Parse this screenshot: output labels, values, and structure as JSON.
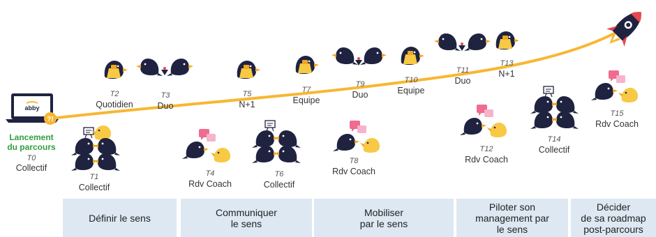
{
  "header_line": "",
  "launch": {
    "title_1": "Lancement",
    "title_2": "du parcours",
    "code": "T0",
    "kind": "Collectif",
    "badge": "?!",
    "logo": "abby"
  },
  "steps": [
    {
      "code": "T1",
      "kind": "Collectif"
    },
    {
      "code": "T2",
      "kind": "Quotidien"
    },
    {
      "code": "T3",
      "kind": "Duo"
    },
    {
      "code": "T4",
      "kind": "Rdv Coach"
    },
    {
      "code": "T5",
      "kind": "N+1"
    },
    {
      "code": "T6",
      "kind": "Collectif"
    },
    {
      "code": "T7",
      "kind": "Equipe"
    },
    {
      "code": "T8",
      "kind": "Rdv Coach"
    },
    {
      "code": "T9",
      "kind": "Duo"
    },
    {
      "code": "T10",
      "kind": "Equipe"
    },
    {
      "code": "T11",
      "kind": "Duo"
    },
    {
      "code": "T12",
      "kind": "Rdv Coach"
    },
    {
      "code": "T13",
      "kind": "N+1"
    },
    {
      "code": "T14",
      "kind": "Collectif"
    },
    {
      "code": "T15",
      "kind": "Rdv Coach"
    }
  ],
  "phases": [
    {
      "line1": "Définir le sens",
      "line2": "",
      "line3": ""
    },
    {
      "line1": "Communiquer",
      "line2": "le sens",
      "line3": ""
    },
    {
      "line1": "Mobiliser",
      "line2": "par le sens",
      "line3": ""
    },
    {
      "line1": "Piloter son",
      "line2": "management par",
      "line3": "le sens"
    },
    {
      "line1": "Décider",
      "line2": "de sa roadmap",
      "line3": "post-parcours"
    }
  ],
  "icons": [
    "laptop-icon",
    "rocket-icon",
    "bird-icon",
    "flashlight-bird-icon",
    "speech-bubbles-icon",
    "presentation-board-icon",
    "whistle-icon"
  ],
  "colors": {
    "path": "#f7b733",
    "bird": "#1f2340",
    "yellow_bird": "#f7c944",
    "chick_beak": "#f1a622",
    "bubble_pink": "#f06b8f",
    "bubble_light": "#f6b3cd",
    "phase_bg": "#dde8f2",
    "launch_green": "#2e9e3e",
    "rocket_red": "#e8474f",
    "rocket_flame": "#f7b733"
  }
}
